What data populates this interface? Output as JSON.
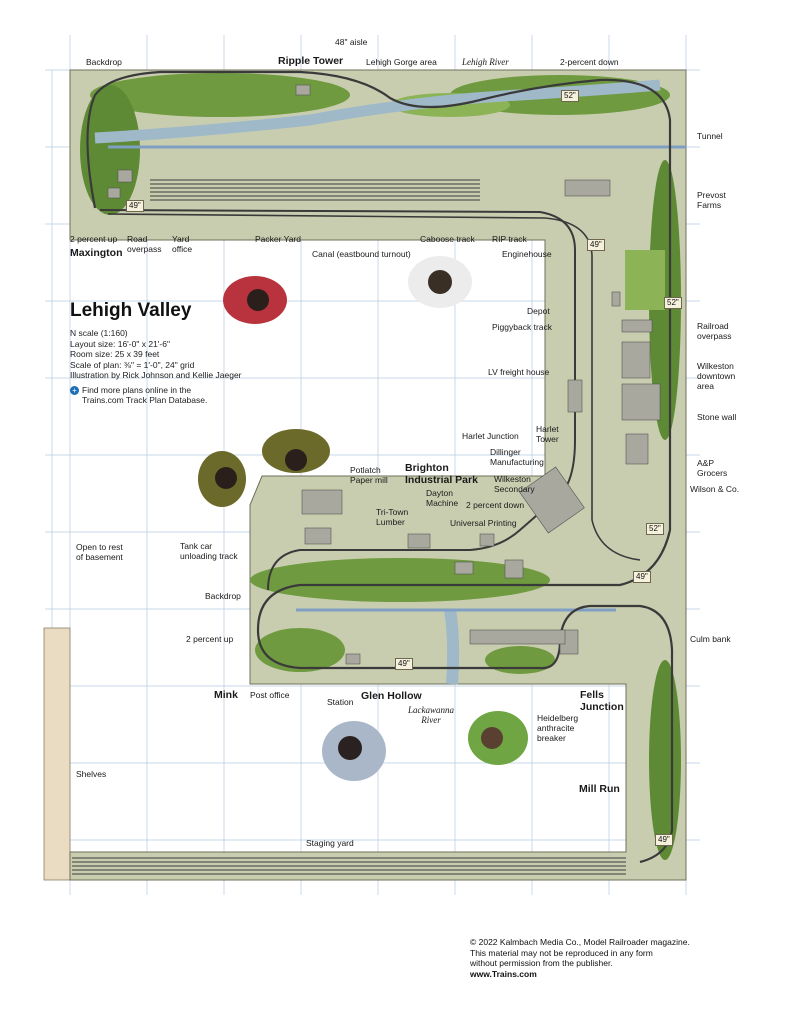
{
  "title": "Lehigh Valley",
  "specs": {
    "scale": "N scale (1:160)",
    "layout_size": "Layout size: 16'-0\" x 21'-6\"",
    "room_size": "Room size: 25 x 39 feet",
    "plan_scale": "Scale of plan: ⅜\" = 1'-0\", 24\" grid",
    "illustration": "Illustration by Rick Johnson and Kellie Jaeger",
    "find_more_1": "Find more plans online in the",
    "find_more_2": "Trains.com Track Plan Database."
  },
  "copyright": {
    "line1": "© 2022 Kalmbach Media Co., Model Railroader magazine.",
    "line2": "This material may not be reproduced in any form",
    "line3": "without permission from the publisher.",
    "website": "www.Trains.com"
  },
  "labels": {
    "aisle": "48\" aisle",
    "backdrop_top": "Backdrop",
    "ripple_tower": "Ripple Tower",
    "lehigh_gorge": "Lehigh Gorge area",
    "lehigh_river": "Lehigh River",
    "two_pct_down_top": "2-percent down",
    "tunnel": "Tunnel",
    "prevost_farms_1": "Prevost",
    "prevost_farms_2": "Farms",
    "two_pct_up_left": "2 percent up",
    "maxington": "Maxington",
    "road_overpass_1": "Road",
    "road_overpass_2": "overpass",
    "yard_office_1": "Yard",
    "yard_office_2": "office",
    "packer_yard": "Packer Yard",
    "canal": "Canal (eastbound turnout)",
    "caboose_track": "Caboose track",
    "rip_track": "RIP track",
    "enginehouse": "Enginehouse",
    "depot": "Depot",
    "piggyback": "Piggyback track",
    "railroad_overpass_1": "Railroad",
    "railroad_overpass_2": "overpass",
    "wilkeston_downtown_1": "Wilkeston",
    "wilkeston_downtown_2": "downtown",
    "wilkeston_downtown_3": "area",
    "lv_freight": "LV freight house",
    "stone_wall": "Stone wall",
    "harlet_tower_1": "Harlet",
    "harlet_tower_2": "Tower",
    "harlet_junction": "Harlet Junction",
    "dillinger_1": "Dillinger",
    "dillinger_2": "Manufacturing",
    "ap_grocers_1": "A&P",
    "ap_grocers_2": "Grocers",
    "wilson": "Wilson & Co.",
    "potlatch_1": "Potlatch",
    "potlatch_2": "Paper mill",
    "brighton_1": "Brighton",
    "brighton_2": "Industrial Park",
    "wilkeston_secondary_1": "Wilkeston",
    "wilkeston_secondary_2": "Secondary",
    "dayton_1": "Dayton",
    "dayton_2": "Machine",
    "two_pct_down_mid": "2 percent down",
    "tritown_1": "Tri-Town",
    "tritown_2": "Lumber",
    "universal": "Universal Printing",
    "open_rest_1": "Open to rest",
    "open_rest_2": "of basement",
    "tank_car_1": "Tank car",
    "tank_car_2": "unloading track",
    "backdrop_mid": "Backdrop",
    "two_pct_up_mid": "2 percent up",
    "culm_bank": "Culm bank",
    "mink": "Mink",
    "post_office": "Post office",
    "station": "Station",
    "glen_hollow": "Glen Hollow",
    "lackawanna_1": "Lackawanna",
    "lackawanna_2": "River",
    "fells_1": "Fells",
    "fells_2": "Junction",
    "heidelberg_1": "Heidelberg",
    "heidelberg_2": "anthracite",
    "heidelberg_3": "breaker",
    "shelves": "Shelves",
    "mill_run": "Mill Run",
    "staging_yard": "Staging yard"
  },
  "elevations": {
    "e52_top": "52\"",
    "e49_left": "49\"",
    "e49_right": "49\"",
    "e52_right": "52\"",
    "e52_mid": "52\"",
    "e49_mid": "49\"",
    "e49_glen": "49\"",
    "e49_bottom": "49\""
  },
  "colors": {
    "terrain": "#c9cdb0",
    "foliage_dark": "#4e7a2f",
    "foliage_light": "#8cb457",
    "river": "#9fb9c9",
    "track": "#3a3a3a",
    "grid": "#b5cbe3",
    "backdrop": "#7f9fc4",
    "shelf": "#e9dcc2",
    "building": "#a9a89f",
    "info_icon": "#1c6fb5"
  }
}
